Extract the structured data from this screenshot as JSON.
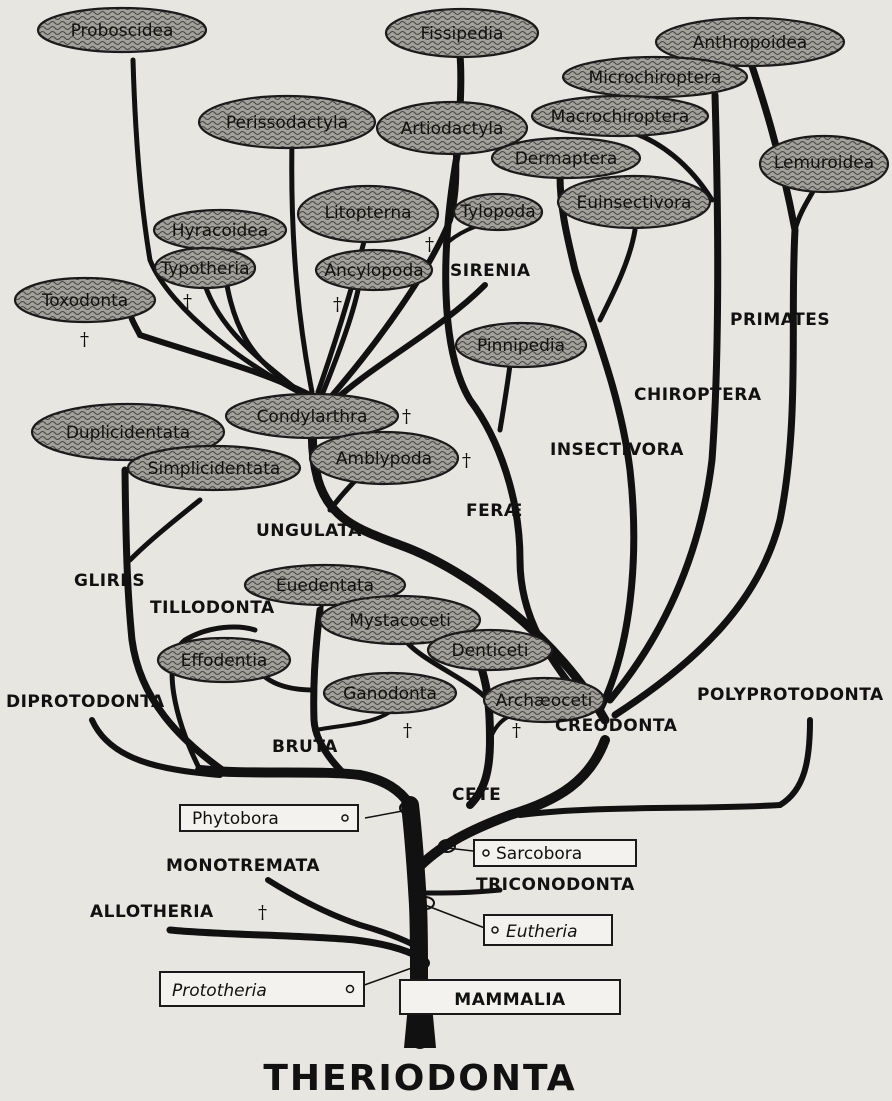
{
  "title": "THERIODONTA",
  "groups": {
    "proboscidea": "Proboscidea",
    "fissipedia": "Fissipedia",
    "anthropoidea": "Anthropoidea",
    "microchiroptera": "Microchiroptera",
    "macrochiroptera": "Macrochiroptera",
    "perissodactyla": "Perissodactyla",
    "artiodactyla": "Artiodactyla",
    "dermaptera": "Dermaptera",
    "lemuroidea": "Lemuroidea",
    "euinsectivora": "Euinsectivora",
    "litopterna": "Litopterna",
    "tylopoda": "Tylopoda",
    "hyracoidea": "Hyracoidea",
    "typotheria": "Typotheria",
    "ancylopoda": "Ancylopoda",
    "toxodonta": "Toxodonta",
    "pinnipedia": "Pinnipedia",
    "condylarthra": "Condylarthra",
    "duplicidentata": "Duplicidentata",
    "simplicidentata": "Simplicidentata",
    "amblypoda": "Amblypoda",
    "euedentata": "Euedentata",
    "mystacoceti": "Mystacoceti",
    "effodentia": "Effodentia",
    "denticeti": "Denticeti",
    "ganodonta": "Ganodonta",
    "archaeoceti": "Archæoceti"
  },
  "labels": {
    "sirenia": "SIRENIA",
    "primates": "PRIMATES",
    "chiroptera": "CHIROPTERA",
    "insectivora": "INSECTIVORA",
    "ferae": "FERÆ",
    "ungulata": "UNGULATA",
    "glires": "GLIRES",
    "tillodonta": "TILLODONTA",
    "diprotodonta": "DIPROTODONTA",
    "polyprotodonta": "POLYPROTODONTA",
    "creodonta": "CREODONTA",
    "bruta": "BRUTA",
    "cete": "CETE",
    "monotremata": "MONOTREMATA",
    "triconodonta": "TRICONODONTA",
    "allotheria": "ALLOTHERIA",
    "dagger": "†"
  },
  "tags": {
    "phytobora": "Phytobora",
    "sarcobora": "Sarcobora",
    "eutheria": "Eutheria",
    "prototheria": "Prototheria",
    "mammalia": "MAMMALIA"
  },
  "colors": {
    "background": "#e8e6e1",
    "ink": "#111111",
    "leaf_fill": "#9c9a94",
    "tag_fill": "#f4f2ee"
  }
}
